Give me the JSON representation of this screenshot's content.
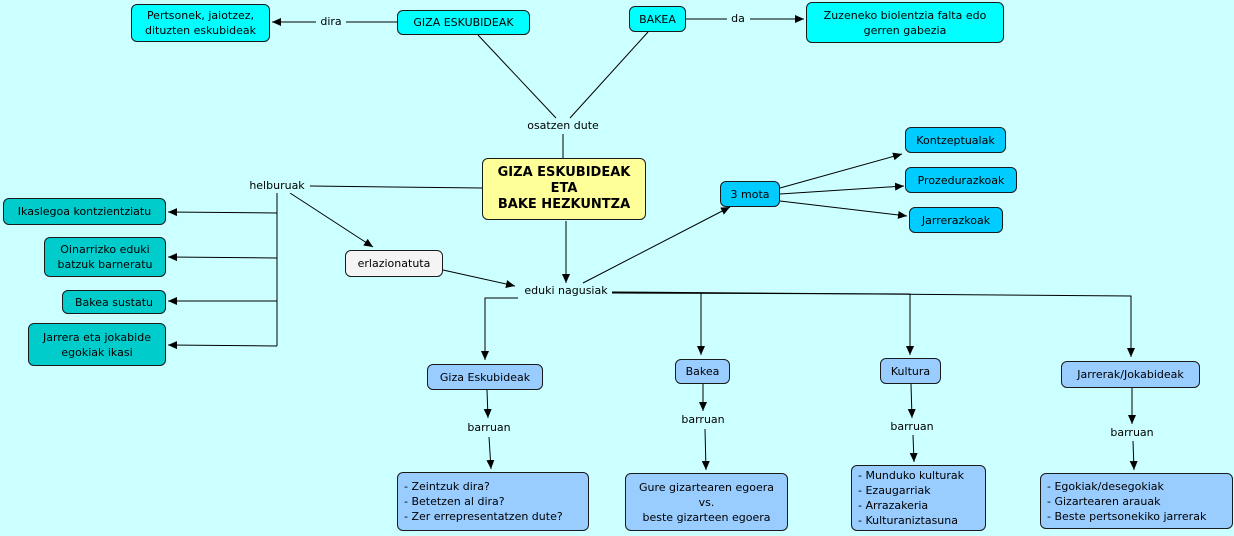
{
  "center": "GIZA ESKUBIDEAK\nETA\nBAKE HEZKUNTZA",
  "top": {
    "giza": "GIZA ESKUBIDEAK",
    "giza_def": "Pertsonek, jaiotzez,\ndituzten eskubideak",
    "bakea": "BAKEA",
    "bakea_def": "Zuzeneko biolentzia falta edo\ngerren gabezia"
  },
  "links": {
    "dira": "dira",
    "da": "da",
    "osatzen": "osatzen dute",
    "helburuak": "helburuak",
    "eduki": "eduki nagusiak",
    "barruan": "barruan"
  },
  "goals": [
    "Ikaslegoa kontzientziatu",
    "Oinarrizko eduki\nbatzuk barneratu",
    "Bakea sustatu",
    "Jarrera eta jokabide\negokiak ikasi"
  ],
  "erlazionatuta": "erlazionatuta",
  "mota": {
    "label": "3 mota",
    "items": [
      "Kontzeptualak",
      "Prozedurazkoak",
      "Jarrerazkoak"
    ]
  },
  "contents": [
    {
      "title": "Giza Eskubideak",
      "body": "- Zeintzuk dira?\n- Betetzen al dira?\n- Zer errepresentatzen dute?"
    },
    {
      "title": "Bakea",
      "body": "Gure gizartearen egoera\nvs.\nbeste gizarteen egoera"
    },
    {
      "title": "Kultura",
      "body": "- Munduko kulturak\n- Ezaugarriak\n- Arrazakeria\n- Kulturaniztasuna"
    },
    {
      "title": "Jarrerak/Jokabideak",
      "body": "- Egokiak/desegokiak\n- Gizartearen arauak\n- Beste pertsonekiko jarrerak"
    }
  ],
  "colors": {
    "background": "#ccffff",
    "cyan": "#00ffff",
    "blue": "#00ccff",
    "teal": "#00cccc",
    "light_blue": "#99ccff",
    "core": "#ffff99"
  }
}
